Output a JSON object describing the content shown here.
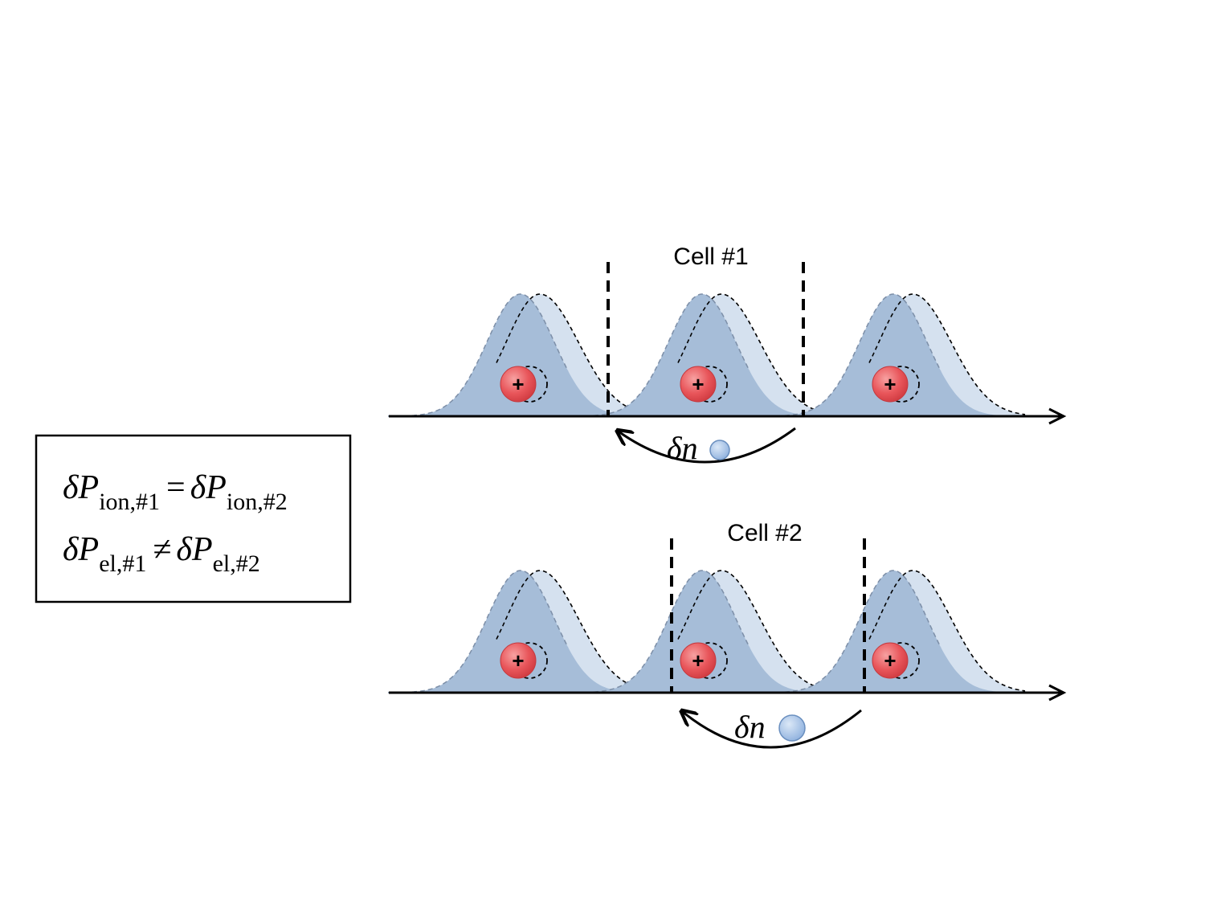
{
  "rows": [
    {
      "cell_label": "Cell #1",
      "plus_symbol": "+",
      "delta_n": {
        "delta": "δ",
        "var": "n"
      }
    },
    {
      "cell_label": "Cell #2",
      "plus_symbol": "+",
      "delta_n": {
        "delta": "δ",
        "var": "n"
      }
    }
  ],
  "equation_box": {
    "line1": {
      "lhs_delta": "δ",
      "lhs_var": "P",
      "lhs_sub": "ion,#1",
      "relation": "=",
      "rhs_delta": "δ",
      "rhs_var": "P",
      "rhs_sub": "ion,#2"
    },
    "line2": {
      "lhs_delta": "δ",
      "lhs_var": "P",
      "lhs_sub": "el,#1",
      "relation": "≠",
      "rhs_delta": "δ",
      "rhs_var": "P",
      "rhs_sub": "el,#2"
    }
  },
  "colors": {
    "density_fill": "#a6bdd8",
    "density_light": "#d5e1ef",
    "ion_fill": "#e8555a",
    "electron_fill": "#9cbbe2",
    "axis": "#000000"
  }
}
